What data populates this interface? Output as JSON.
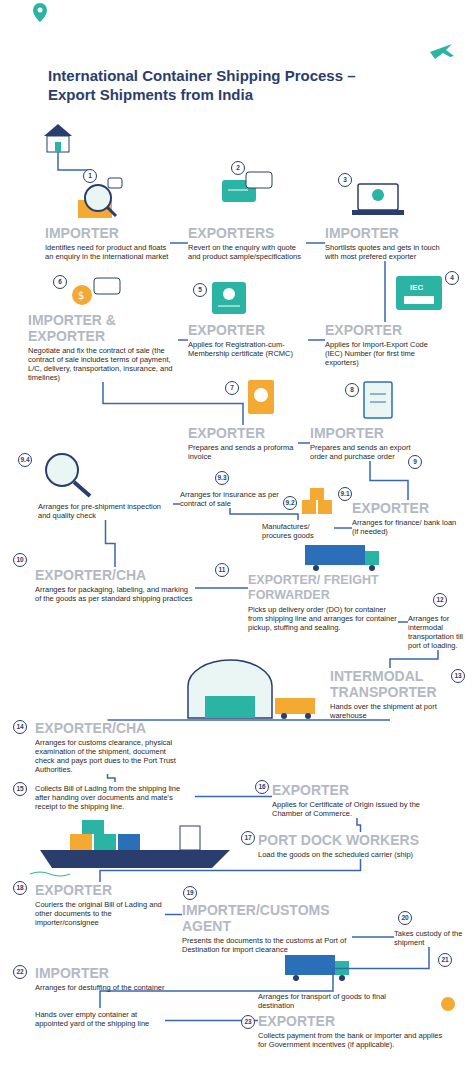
{
  "diagram": {
    "title": "International Container Shipping Process – Export Shipments from India",
    "nodes": [
      {
        "text": [
          "IMPORTER",
          "Identifies need for product and floats an enquiry in the international market"
        ]
      },
      {
        "text": [
          "EXPORTERS",
          "Revert on the enquiry with quote and product sample/specifications"
        ]
      },
      {
        "text": [
          "IMPORTER",
          "Shortlists quotes and gets in touch with most prefered exporter"
        ]
      },
      {
        "text": [
          "IMPORTER & EXPORTER",
          "Negotiate and fix the contract of sale (the contract of sale includes terms of payment, L/C, delivery, transportation, insurance, and timelines)"
        ]
      },
      {
        "text": [
          "EXPORTER",
          "Applies for Registration-cum-Membership certificate (RCMC)"
        ]
      },
      {
        "text": [
          "EXPORTER",
          "Applies for Import-Export Code (IEC) Number (for first time exporters)"
        ]
      },
      {
        "text": [
          "EXPORTER",
          "Prepares and sends a proforma invoice"
        ]
      },
      {
        "text": [
          "IMPORTER",
          "Prepares and sends an export order and purchase order"
        ]
      },
      {
        "text": [
          "Arranges for pre-shipment inspection and quality check"
        ]
      },
      {
        "text": [
          "Arranges for insurance as per contract of sale"
        ]
      },
      {
        "text": [
          "Manufactures/ procures goods"
        ]
      },
      {
        "text": [
          "EXPORTER",
          "Arranges for finance/ bank loan (if needed)"
        ]
      },
      {
        "text": [
          "EXPORTER/CHA",
          "Arranges for packaging, labeling, and marking of the goods as per standard shipping practices"
        ]
      },
      {
        "text": [
          "EXPORTER/ FREIGHT FORWARDER",
          "Picks up delivery order (DO) for container from shipping line and arranges for container pickup, stuffing and sealing."
        ]
      },
      {
        "text": [
          "Arranges for intermodal transportation till port of loading."
        ]
      },
      {
        "text": [
          "INTERMODAL TRANSPORTER",
          "Hands over the shipment at port warehouse"
        ]
      },
      {
        "text": [
          "EXPORTER/CHA",
          "Arranges for customs clearance, physical examination of the shipment, document check and pays port dues to the Port Trust Authorities."
        ]
      },
      {
        "text": [
          "Collects Bill of Lading from the shipping line after handing over documents and mate's receipt to the shipping line."
        ]
      },
      {
        "text": [
          "EXPORTER",
          "Applies for Certificate of Origin issued by the Chamber of Commerce."
        ]
      },
      {
        "text": [
          "PORT DOCK WORKERS",
          "Load the goods on the scheduled carrier (ship)"
        ]
      },
      {
        "text": [
          "EXPORTER",
          "Couriers the original Bill of Lading and other documents to the importer/consignee"
        ]
      },
      {
        "text": [
          "IMPORTER/CUSTOMS AGENT",
          "Presents the documents to the customs at Port of Destination for import clearance"
        ]
      },
      {
        "text": [
          "Takes custody of the shipment"
        ]
      },
      {
        "text": [
          "Arranges for transport of goods to final destination"
        ]
      },
      {
        "text": [
          "IMPORTER",
          "Arranges for destuffing of the container"
        ]
      },
      {
        "text": [
          "Hands over empty container at appointed yard of the shipping line"
        ]
      },
      {
        "text": [
          "EXPORTER",
          "Collects payment from the bank or importer and applies for Government incentives (if applicable)."
        ]
      }
    ],
    "edges": [
      {
        "from": 0,
        "to": 1,
        "arrow": "none"
      },
      {
        "from": 1,
        "to": 2,
        "arrow": "none"
      },
      {
        "from": 2,
        "to": 5,
        "arrow": "none"
      },
      {
        "from": 5,
        "to": 4,
        "arrow": "none"
      },
      {
        "from": 4,
        "to": 3,
        "arrow": "none"
      },
      {
        "from": 3,
        "to": 6,
        "arrow": "none"
      },
      {
        "from": 6,
        "to": 7,
        "arrow": "none"
      },
      {
        "from": 7,
        "to": 11,
        "arrow": "none"
      },
      {
        "from": 11,
        "to": 10,
        "arrow": "none"
      },
      {
        "from": 10,
        "to": 9,
        "arrow": "none"
      },
      {
        "from": 9,
        "to": 8,
        "arrow": "none"
      },
      {
        "from": 8,
        "to": 12,
        "arrow": "none"
      },
      {
        "from": 12,
        "to": 13,
        "arrow": "none"
      },
      {
        "from": 13,
        "to": 14,
        "arrow": "none"
      },
      {
        "from": 14,
        "to": 15,
        "arrow": "none"
      },
      {
        "from": 15,
        "to": 16,
        "arrow": "none"
      },
      {
        "from": 16,
        "to": 17,
        "arrow": "none"
      },
      {
        "from": 17,
        "to": 18,
        "arrow": "none"
      },
      {
        "from": 18,
        "to": 19,
        "arrow": "none"
      },
      {
        "from": 19,
        "to": 20,
        "arrow": "none"
      },
      {
        "from": 20,
        "to": 21,
        "arrow": "none"
      },
      {
        "from": 21,
        "to": 22,
        "arrow": "none"
      },
      {
        "from": 22,
        "to": 23,
        "arrow": "none"
      },
      {
        "from": 23,
        "to": 24,
        "arrow": "none"
      },
      {
        "from": 24,
        "to": 25,
        "arrow": "none"
      },
      {
        "from": 25,
        "to": 26,
        "arrow": "none"
      }
    ],
    "labels": [
      "1",
      "2",
      "3",
      "4",
      "5",
      "6",
      "7",
      "8",
      "9",
      "9.1",
      "9.2",
      "9.3",
      "9.4",
      "10",
      "11",
      "12",
      "13",
      "14",
      "15",
      "16",
      "17",
      "18",
      "19",
      "20",
      "21",
      "22",
      "23",
      "IEC"
    ]
  }
}
